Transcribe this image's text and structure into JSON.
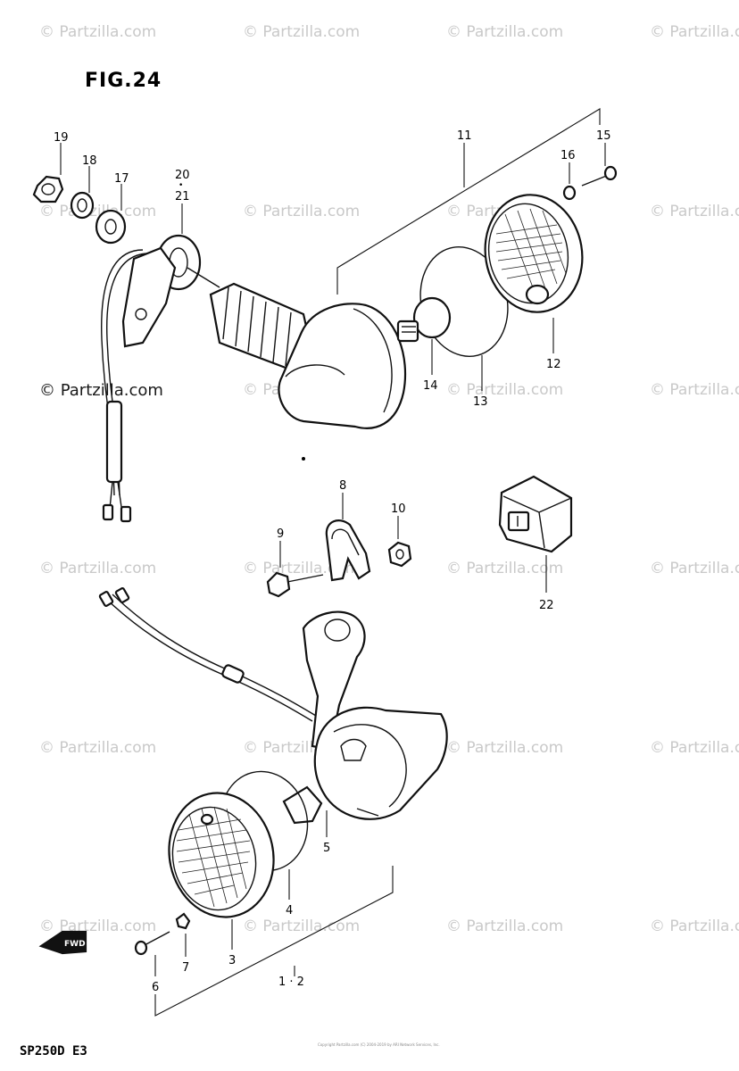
{
  "figure": {
    "title": "FIG.24",
    "model_code": "SP250D  E3"
  },
  "watermark": {
    "text": "© Partzilla.com"
  },
  "copyright_note": "Copyright Partzilla.com (C) 2004-2019 by ARI Network Services, Inc.",
  "callouts": {
    "c1_2": "1 · 2",
    "c3": "3",
    "c4": "4",
    "c5": "5",
    "c6": "6",
    "c7": "7",
    "c8": "8",
    "c9": "9",
    "c10": "10",
    "c11": "11",
    "c12": "12",
    "c13": "13",
    "c14": "14",
    "c15": "15",
    "c16": "16",
    "c17": "17",
    "c18": "18",
    "c19": "19",
    "c20_21": "20",
    "c20_21b": "21",
    "c22": "22"
  },
  "fwd_label": "FWD"
}
